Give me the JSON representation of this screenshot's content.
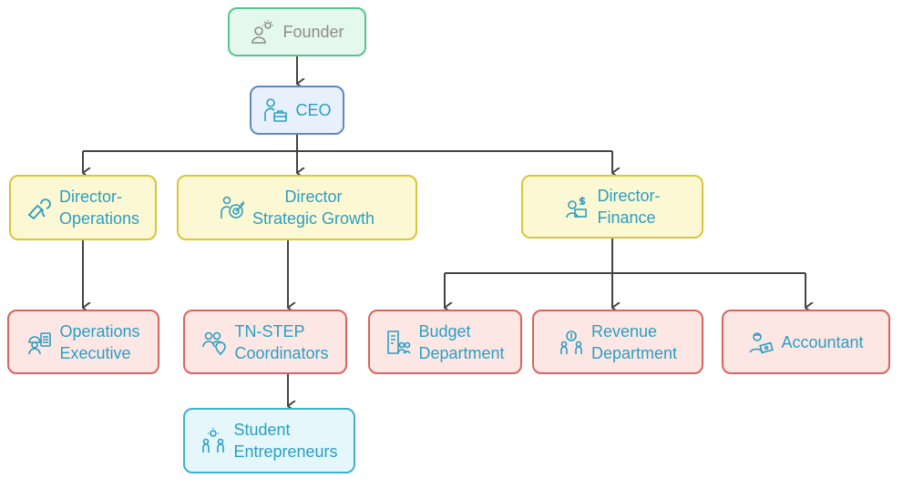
{
  "nodes": {
    "founder": {
      "label": "Founder",
      "icon": "idea-person-icon"
    },
    "ceo": {
      "label": "CEO",
      "icon": "person-briefcase-icon"
    },
    "director_operations": {
      "label_line1": "Director-",
      "label_line2": "Operations",
      "icon": "wrench-hand-icon"
    },
    "director_strategic": {
      "label_line1": "Director",
      "label_line2": "Strategic Growth",
      "icon": "target-person-icon"
    },
    "director_finance": {
      "label_line1": "Director-",
      "label_line2": "Finance",
      "icon": "finance-laptop-icon"
    },
    "operations_executive": {
      "label_line1": "Operations",
      "label_line2": "Executive",
      "icon": "worker-clipboard-icon"
    },
    "tn_step": {
      "label_line1": "TN-STEP",
      "label_line2": "Coordinators",
      "icon": "people-location-icon"
    },
    "budget": {
      "label_line1": "Budget",
      "label_line2": "Department",
      "icon": "document-people-icon"
    },
    "revenue": {
      "label_line1": "Revenue",
      "label_line2": "Department",
      "icon": "money-people-icon"
    },
    "accountant": {
      "label": "Accountant",
      "icon": "accountant-icon"
    },
    "student": {
      "label_line1": "Student",
      "label_line2": "Entrepreneurs",
      "icon": "idea-people-icon"
    }
  },
  "colors": {
    "text": "#2a9fc2",
    "line": "#444444"
  }
}
